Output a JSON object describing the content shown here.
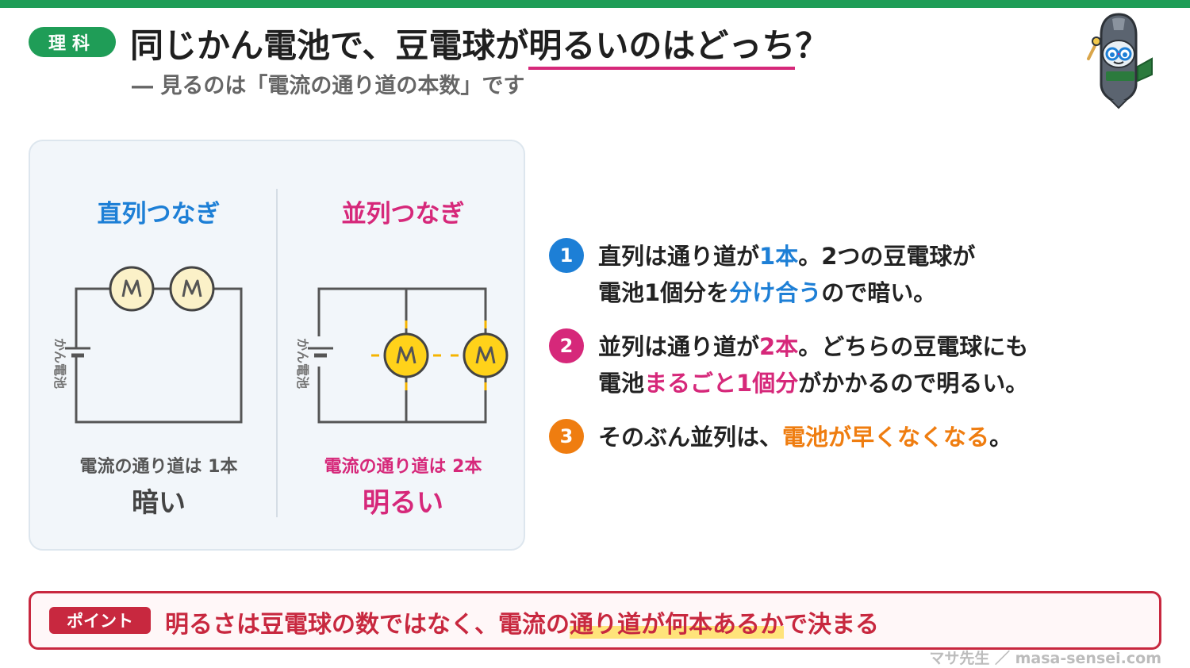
{
  "header": {
    "subject": "理科",
    "title_before": "同じかん電池で、豆電球が",
    "title_highlight": "明るいのはどっち",
    "title_after": "？",
    "subtitle": "― 見るのは「電流の通り道の本数」です"
  },
  "colors": {
    "green": "#1f9d57",
    "blue": "#1d7fd6",
    "pink": "#d6287a",
    "orange": "#ef7d10",
    "red": "#c8283f",
    "bulb_dim": "#fbf1c8",
    "bulb_bright": "#ffd21a"
  },
  "series": {
    "title": "直列つなぎ",
    "battery_label": "かん電池",
    "caption": "電流の通り道は 1本",
    "result": "暗い"
  },
  "parallel": {
    "title": "並列つなぎ",
    "battery_label": "かん電池",
    "caption": "電流の通り道は 2本",
    "result": "明るい"
  },
  "points": [
    {
      "number": "1",
      "line1_a": "直列は通り道が",
      "line1_b": "1本",
      "line1_c": "。2つの豆電球が",
      "line2_a": "電池1個分を",
      "line2_b": "分け合う",
      "line2_c": "ので暗い。"
    },
    {
      "number": "2",
      "line1_a": "並列は通り道が",
      "line1_b": "2本",
      "line1_c": "。どちらの豆電球にも",
      "line2_a": "電池",
      "line2_b": "まるごと1個分",
      "line2_c": "がかかるので明るい。"
    },
    {
      "number": "3",
      "line1_a": "そのぶん並列は、",
      "line1_b": "電池が早くなくなる",
      "line1_c": "。"
    }
  ],
  "bottom": {
    "badge": "ポイント",
    "text_before": "明るさは豆電球の数ではなく、電流の",
    "text_mark": "通り道が何本あるか",
    "text_after": "で決まる"
  },
  "footer": "マサ先生 ／ masa-sensei.com"
}
